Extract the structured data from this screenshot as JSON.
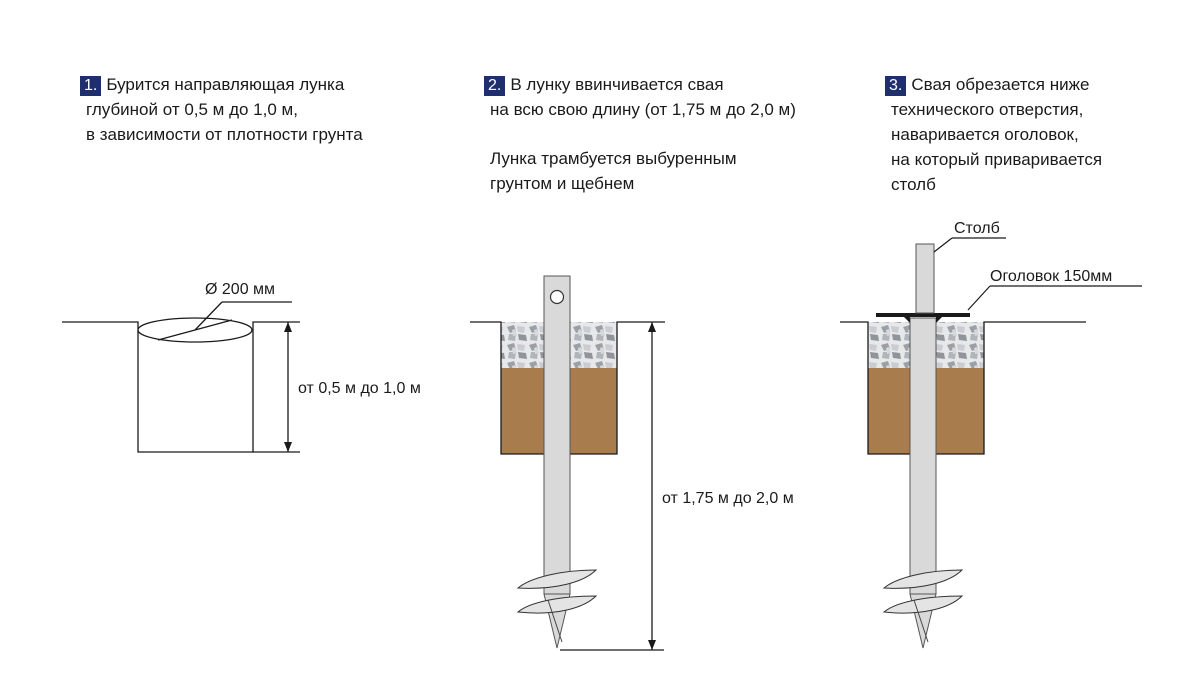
{
  "steps": [
    {
      "number": "1.",
      "lines": [
        "Бурится направляющая лунка",
        "глубиной от 0,5 м до 1,0 м,",
        "в зависимости от плотности грунта"
      ]
    },
    {
      "number": "2.",
      "lines": [
        "В лунку ввинчивается свая",
        "на всю свою длину (от 1,75 м до 2,0 м)"
      ],
      "extra_lines": [
        "Лунка трамбуется выбуренным",
        "грунтом и щебнем"
      ]
    },
    {
      "number": "3.",
      "lines": [
        "Свая обрезается ниже",
        "технического отверстия,",
        "наваривается оголовок,",
        "на который приваривается",
        "столб"
      ]
    }
  ],
  "labels": {
    "diameter": "Ø 200 мм",
    "depth_hole": "от 0,5 м до 1,0 м",
    "depth_pile": "от 1,75 м до 2,0 м",
    "post": "Столб",
    "cap": "Оголовок 150мм"
  },
  "colors": {
    "badge": "#1f2f6e",
    "soil": "#a97c4e",
    "pile": "#d9d9d9",
    "gravel": "#b8bcc0"
  }
}
